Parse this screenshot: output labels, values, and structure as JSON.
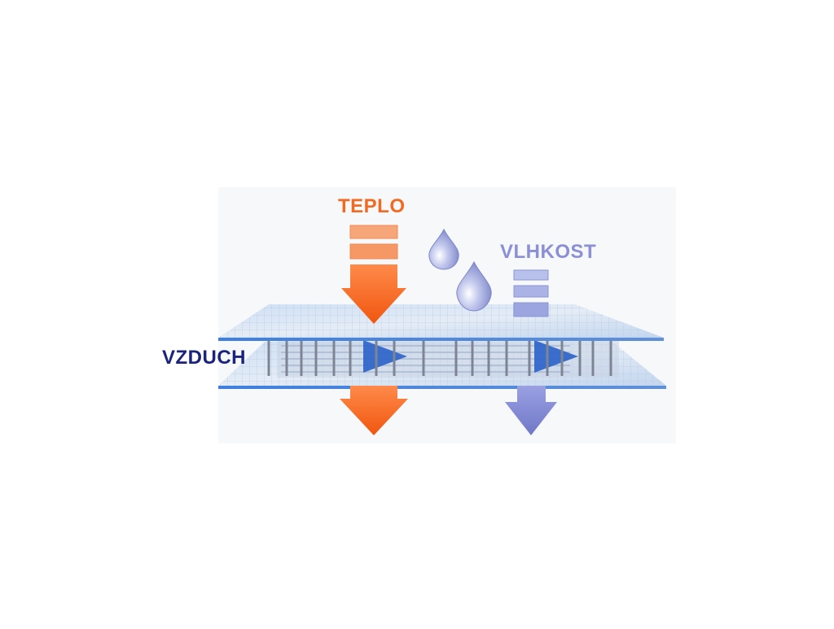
{
  "labels": {
    "heat": "TEPLO",
    "moisture": "VLHKOST",
    "air": "VZDUCH"
  },
  "colors": {
    "heat": "#f26a21",
    "heat_light": "#f59a6a",
    "moisture": "#8a8fd6",
    "moisture_light": "#aab3e8",
    "air": "#1a237e",
    "layer": "#7ea6e0",
    "air_arrow": "#2a62c9",
    "drop": "#9ea8dc"
  }
}
